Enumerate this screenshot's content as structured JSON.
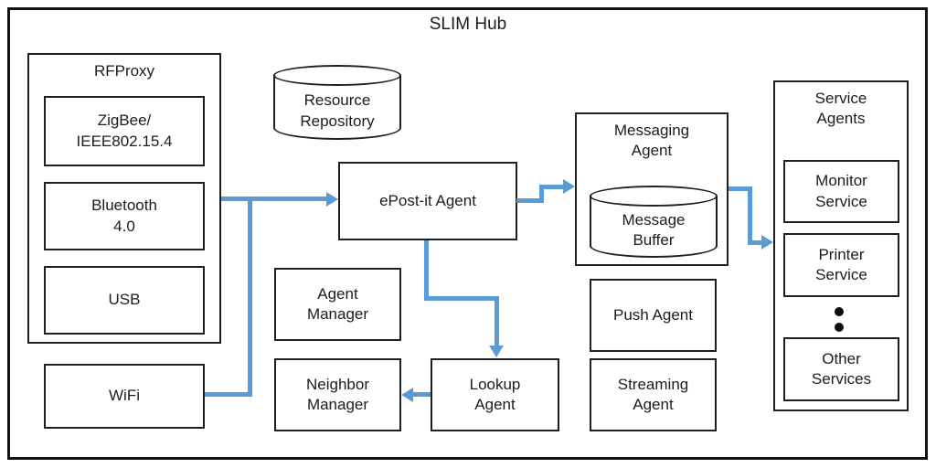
{
  "title": "SLIM Hub",
  "colors": {
    "arrow_blue": "#5B9BD5",
    "line_black": "#1f1f1f",
    "background": "#ffffff"
  },
  "nodes": {
    "rfproxy": {
      "label": "RFProxy"
    },
    "zigbee": {
      "label": "ZigBee/\nIEEE802.15.4"
    },
    "bluetooth": {
      "label": "Bluetooth\n4.0"
    },
    "usb": {
      "label": "USB"
    },
    "wifi": {
      "label": "WiFi"
    },
    "resource_repository": {
      "label": "Resource\nRepository",
      "shape": "cylinder"
    },
    "epostit_agent": {
      "label": "ePost-it Agent"
    },
    "agent_manager": {
      "label": "Agent\nManager"
    },
    "neighbor_manager": {
      "label": "Neighbor\nManager"
    },
    "lookup_agent": {
      "label": "Lookup\nAgent"
    },
    "messaging_agent": {
      "label": "Messaging\nAgent"
    },
    "message_buffer": {
      "label": "Message\nBuffer",
      "shape": "cylinder"
    },
    "push_agent": {
      "label": "Push Agent"
    },
    "streaming_agent": {
      "label": "Streaming\nAgent"
    },
    "service_agents": {
      "label": "Service\nAgents"
    },
    "monitor_service": {
      "label": "Monitor\nService"
    },
    "printer_service": {
      "label": "Printer\nService"
    },
    "other_services": {
      "label": "Other\nServices"
    }
  },
  "connections": [
    {
      "from": "RFProxy",
      "to": "ePost-it Agent",
      "style": "arrow"
    },
    {
      "from": "WiFi",
      "to": "ePost-it Agent",
      "style": "joins RFProxy arrow"
    },
    {
      "from": "ePost-it Agent",
      "to": "Messaging Agent",
      "style": "arrow"
    },
    {
      "from": "ePost-it Agent",
      "to": "Lookup Agent",
      "style": "arrow"
    },
    {
      "from": "Lookup Agent",
      "to": "Neighbor Manager",
      "style": "arrow"
    },
    {
      "from": "Messaging Agent",
      "to": "Service Agents",
      "style": "arrow"
    }
  ]
}
